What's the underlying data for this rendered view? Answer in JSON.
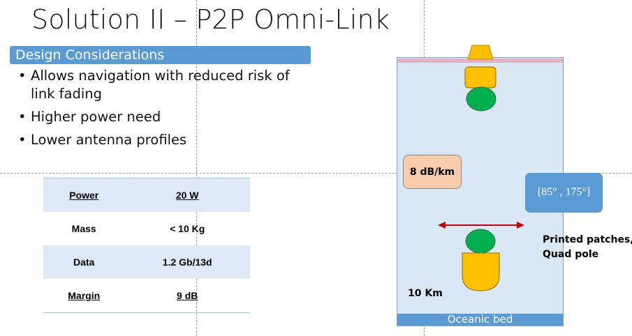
{
  "title": "Solution II – P2P Omni-Link",
  "section": {
    "label": "Design Considerations"
  },
  "bullets": [
    "Allows navigation with reduced risk of link fading",
    "Higher power need",
    "Lower antenna profiles"
  ],
  "specs": {
    "rows": [
      {
        "name": "Power",
        "value": "20 W"
      },
      {
        "name": "Mass",
        "value": "< 10 Kg"
      },
      {
        "name": "Data",
        "value": "1.2 Gb/13d"
      },
      {
        "name": "Margin",
        "value": "9 dB"
      }
    ]
  },
  "diagram": {
    "attenuation": "8 dB/km",
    "angle_range": "[85° , 175°]",
    "distance": "10 Km",
    "antenna_line1": "Printed patches,",
    "antenna_line2": "Quad pole",
    "seabed": "Oceanic bed"
  },
  "colors": {
    "accent": "#5b9bd5",
    "ocean": "#dae7f5",
    "vehicle": "#ffc000",
    "antenna": "#00b050",
    "arrow": "#c00000",
    "attenuation_box": "#f8cbad"
  }
}
